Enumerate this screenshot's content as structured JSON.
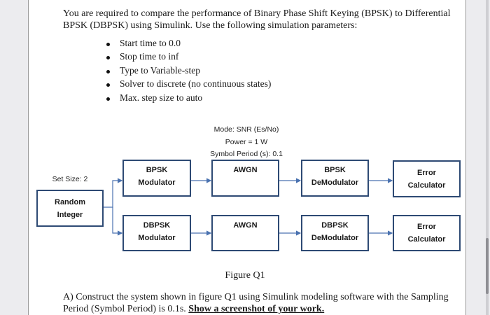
{
  "intro": {
    "line1": "You are required to compare the performance of Binary Phase Shift Keying (BPSK) to Differential",
    "line2": "BPSK (DBPSK) using Simulink. Use the following simulation parameters:"
  },
  "bullets": [
    "Start time to 0.0",
    "Stop time to inf",
    "Type to Variable-step",
    "Solver to discrete (no continuous states)",
    "Max. step size to auto"
  ],
  "diagram": {
    "awgn_params": [
      "Mode: SNR (Es/No)",
      "Power = 1 W",
      "Symbol Period (s): 0.1"
    ],
    "set_size": "Set Size: 2",
    "source": [
      "Random",
      "Integer"
    ],
    "row1": {
      "mod": [
        "BPSK",
        "Modulator"
      ],
      "channel": "AWGN",
      "demod": [
        "BPSK",
        "DeModulator"
      ],
      "error": [
        "Error",
        "Calculator"
      ]
    },
    "row2": {
      "mod": [
        "DBPSK",
        "Modulator"
      ],
      "channel": "AWGN",
      "demod": [
        "DBPSK",
        "DeModulator"
      ],
      "error": [
        "Error",
        "Calculator"
      ]
    },
    "colors": {
      "box_border": "#2e4a74",
      "arrow": "#4a72b0"
    }
  },
  "caption": "Figure Q1",
  "question": {
    "line1": "A) Construct the system shown in figure Q1 using Simulink modeling software with the Sampling",
    "line2_prefix": "Period (Symbol Period) is 0.1s. ",
    "line2_emph": "Show a screenshot of your work."
  }
}
